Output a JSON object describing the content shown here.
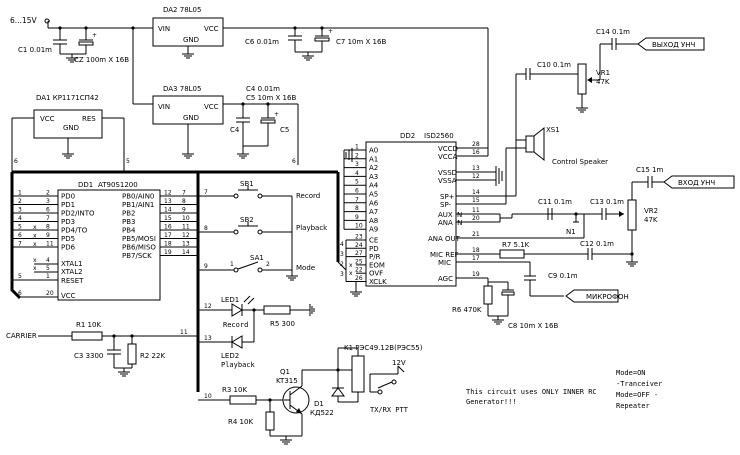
{
  "supply": {
    "label": "6...15V"
  },
  "da2": {
    "name": "DA2 78L05",
    "vin": "VIN",
    "vcc": "VCC",
    "gnd": "GND"
  },
  "da3": {
    "name": "DA3 78L05",
    "vin": "VIN",
    "vcc": "VCC",
    "gnd": "GND"
  },
  "da1": {
    "name": "DA1 КР1171СП42",
    "vcc": "VCC",
    "res": "RES",
    "gnd": "GND"
  },
  "caps": {
    "c1": "C1 0.01m",
    "c2": "CZ 100m X 16B",
    "c6": "C6 0.01m",
    "c7": "C7 10m X 16B",
    "c4top": "C4 0.01m",
    "c5top": "C5 10m X 16B",
    "c4": "C4",
    "c5": "C5",
    "c14": "C14 0.1m",
    "c10": "C10 0.1m",
    "c11": "C11 0.1m",
    "c13": "C13 0.1m",
    "c15": "C15  1m",
    "c12": "C12 0.1m",
    "c9": "C9 0.1m",
    "c8": "C8 10m X 16B",
    "c3": "C3 3300"
  },
  "outputs": {
    "out": "ВЫХОД УНЧ",
    "in": "ВХОД УНЧ",
    "mic": "МИКРОФОН",
    "carrier": "CARRIER"
  },
  "vr1": {
    "name": "VR1",
    "value": "47K"
  },
  "vr2": {
    "name": "VR2",
    "value": "47K"
  },
  "xs1": {
    "name": "XS1",
    "label": "Control Speaker"
  },
  "dd2": {
    "name": "DD2",
    "part": "ISD2560",
    "left_pins": [
      "A0",
      "A1",
      "A2",
      "A3",
      "A4",
      "A5",
      "A6",
      "A7",
      "A8",
      "A9"
    ],
    "right_top": [
      "VCCD",
      "VCCA"
    ],
    "vss": [
      "VSSD",
      "VSSA"
    ],
    "sp": [
      "SP+",
      "SP-"
    ],
    "aux": [
      "AUX IN",
      "ANA IN"
    ],
    "ctrl": [
      "CE",
      "PD",
      "P/R",
      "EOM",
      "OVF",
      "XCLK"
    ],
    "ctrl_nums": [
      "23",
      "24",
      "27",
      "25",
      "22",
      "26"
    ],
    "ana_out": "ANA OUT",
    "mic_ref": "MIC REF",
    "mic": "MIC",
    "agc": "AGC",
    "nums": {
      "p28": "28",
      "p16": "16",
      "p13": "13",
      "p12": "12",
      "p14": "14",
      "p15": "15",
      "p11": "11",
      "p20": "20",
      "p21": "21",
      "p18": "18",
      "p17": "17",
      "p19": "19",
      "p1": "1",
      "p2": "2",
      "p3": "3",
      "p4": "4",
      "p5": "5",
      "p6": "6",
      "p7": "7",
      "p8": "8",
      "p9": "9",
      "p10": "10"
    }
  },
  "dd1": {
    "name": "DD1",
    "part": "AT90S1200",
    "left": [
      "PD0",
      "PD1",
      "PD2/INTO",
      "PD3",
      "PD4/TO",
      "PD5",
      "PD6"
    ],
    "left_nums": [
      "2",
      "3",
      "6",
      "7",
      "8",
      "9",
      "11"
    ],
    "right": [
      "PB0/AIN0",
      "PB1/AIN1",
      "PB2",
      "PB3",
      "PB4",
      "PB5/MOSI",
      "PB6/MISO",
      "PB7/SCK"
    ],
    "right_nums": [
      "12",
      "13",
      "14",
      "15",
      "16",
      "17",
      "18",
      "19"
    ],
    "xtal": [
      "XTAL1",
      "XTAL2"
    ],
    "xtal_nums": [
      "4",
      "5"
    ],
    "reset": "RESET",
    "reset_num": "1",
    "vcc": "VCC",
    "vcc_num": "20"
  },
  "switches": {
    "sb1": "SB1",
    "sb2": "SB2",
    "sa1": "SA1",
    "record": "Record",
    "playback": "Playback",
    "mode": "Mode"
  },
  "leds": {
    "led1": "LED1",
    "led1_label": "Record",
    "led2": "LED2",
    "led2_label": "Playback",
    "r5": "R5 300"
  },
  "resistors": {
    "r1": "R1 10K",
    "r2": "R2 22K",
    "r3": "R3 10K",
    "r4": "R4 10K",
    "r6": "R6 470K",
    "r7": "R7 5.1K"
  },
  "transistor": {
    "q1": "Q1",
    "part": "KT315",
    "d1": "D1",
    "d1part": "КД522"
  },
  "relay": {
    "k1": "K1 РЭС49.12В(РЭС55)",
    "v": "12V",
    "ptt": "TX/RX PTT"
  },
  "wires": {
    "n1": "N1",
    "bus_nums": [
      "6",
      "5",
      "6",
      "7",
      "8",
      "9",
      "10",
      "11",
      "12",
      "13",
      "4",
      "3",
      "2",
      "1"
    ]
  },
  "notes": {
    "inner": [
      "This circuit uses ONLY INNER RC",
      "Generator!!!"
    ],
    "mode": [
      "Mode=ON",
      " -Tranceiver",
      "  Mode=OFF -",
      "  Repeater"
    ]
  }
}
